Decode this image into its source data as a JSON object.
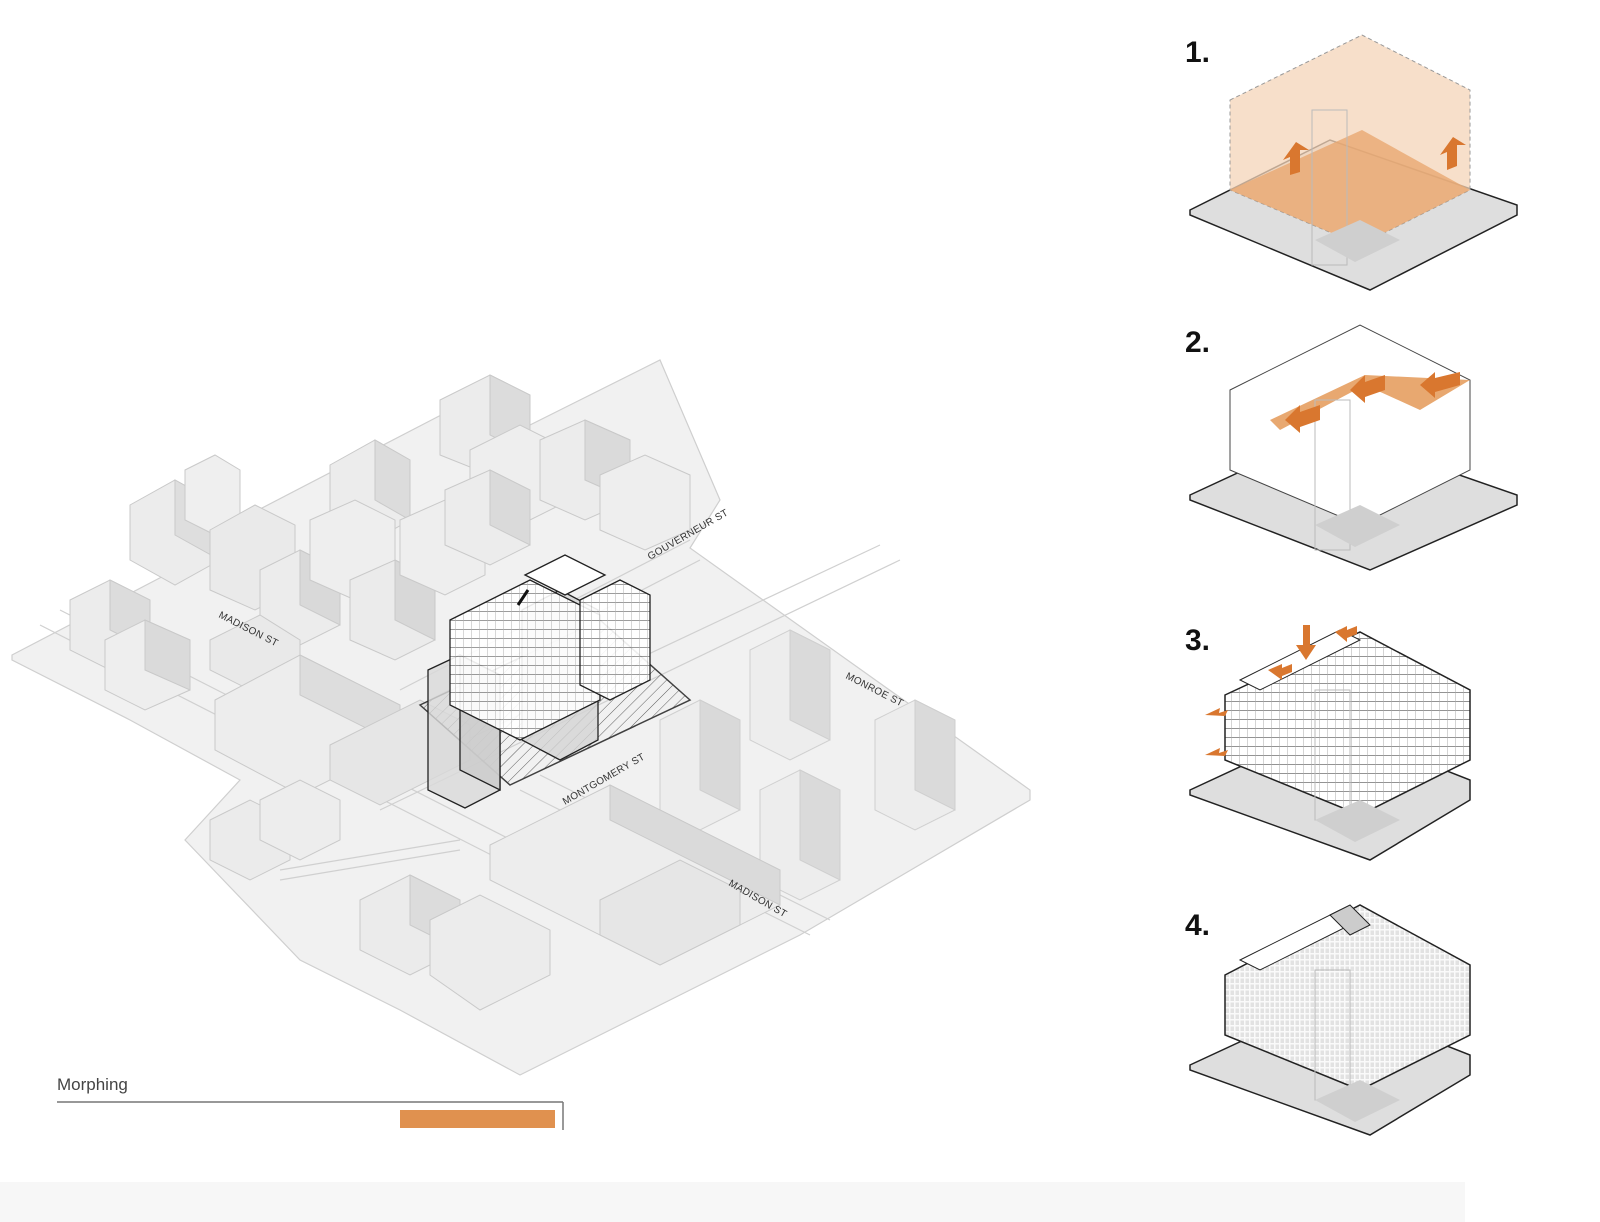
{
  "streets": {
    "gouverneur": "GOUVERNEUR ST",
    "madison_north": "MADISON ST",
    "monroe": "MONROE ST",
    "montgomery": "MONTGOMERY ST",
    "madison_south": "MADISON ST"
  },
  "steps": [
    {
      "label": "1."
    },
    {
      "label": "2."
    },
    {
      "label": "3."
    },
    {
      "label": "4."
    }
  ],
  "legend": {
    "label": "Morphing",
    "progress": 0.31
  },
  "colors": {
    "accent": "#E0914F",
    "accent_light": "#F4D4B8",
    "building_light": "#EEEEEE",
    "building_shade": "#D8D8D8",
    "ground": "#F2F2F2",
    "outline": "#222222"
  },
  "icons": [
    "arrow-up-icon",
    "arrow-left-icon",
    "arrow-down-icon"
  ]
}
